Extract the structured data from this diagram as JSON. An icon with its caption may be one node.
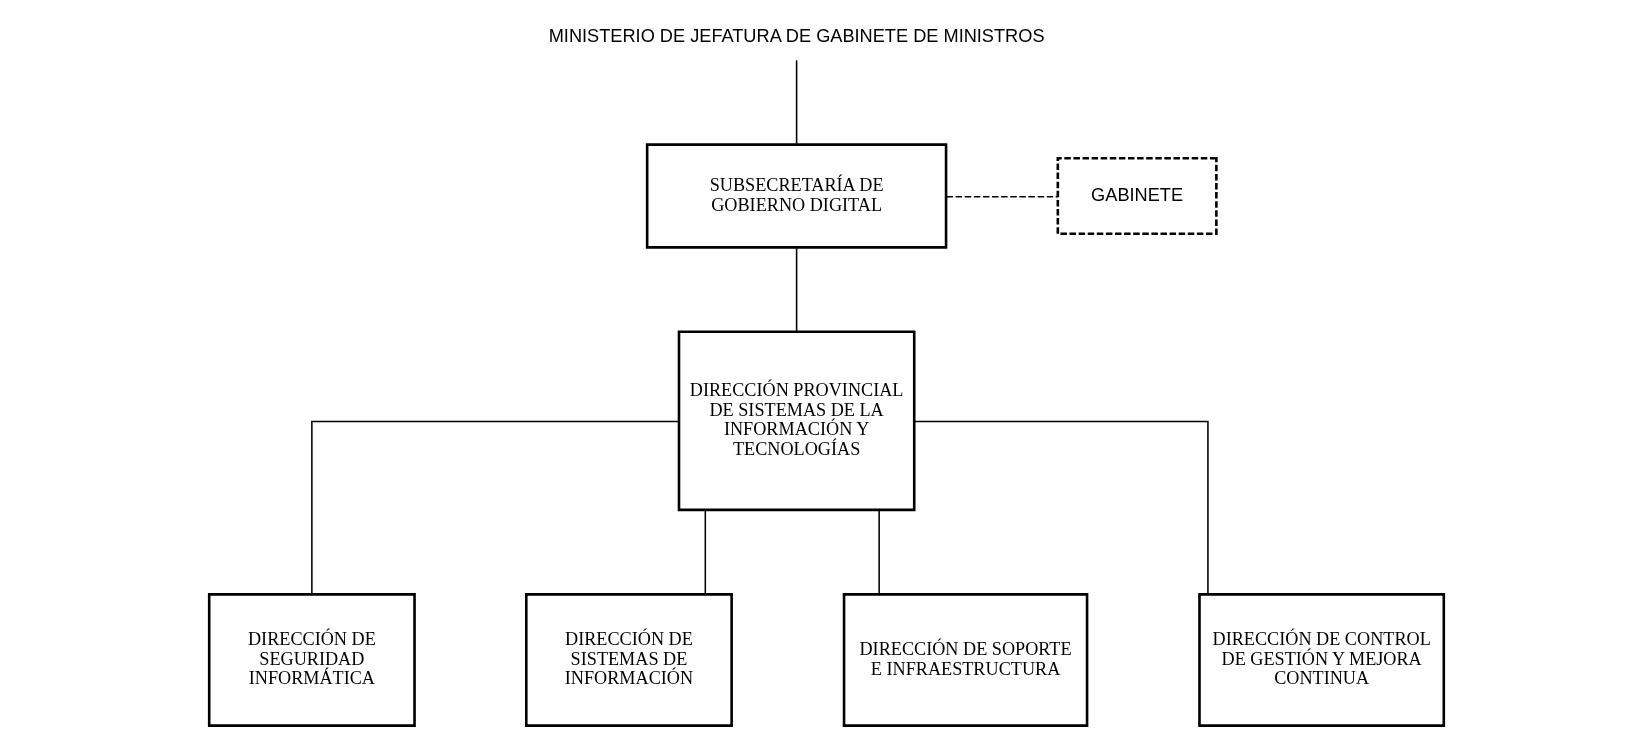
{
  "diagram": {
    "nodes": [
      {
        "text": [
          "MINISTERIO DE JEFATURA DE GABINETE DE MINISTROS"
        ]
      },
      {
        "text": [
          "SUBSECRETARÍA DE GOBIERNO DIGITAL"
        ]
      },
      {
        "text": [
          "GABINETE"
        ]
      },
      {
        "text": [
          "DIRECCIÓN PROVINCIAL DE SISTEMAS DE LA INFORMACIÓN Y TECNOLOGÍAS"
        ]
      },
      {
        "text": [
          "DIRECCIÓN DE SEGURIDAD INFORMÁTICA"
        ]
      },
      {
        "text": [
          "DIRECCIÓN DE SISTEMAS DE INFORMACIÓN"
        ]
      },
      {
        "text": [
          "DIRECCIÓN DE SOPORTE E INFRAESTRUCTURA"
        ]
      },
      {
        "text": [
          "DIRECCIÓN DE CONTROL DE GESTIÓN Y MEJORA CONTINUA"
        ]
      }
    ],
    "edges": [
      {
        "from": 0,
        "to": 1,
        "arrow": "none"
      },
      {
        "from": 1,
        "to": 2,
        "arrow": "none",
        "style": "dashed"
      },
      {
        "from": 1,
        "to": 3,
        "arrow": "none"
      },
      {
        "from": 3,
        "to": 4,
        "arrow": "none"
      },
      {
        "from": 3,
        "to": 5,
        "arrow": "none"
      },
      {
        "from": 3,
        "to": 6,
        "arrow": "none"
      },
      {
        "from": 3,
        "to": 7,
        "arrow": "none"
      }
    ]
  }
}
